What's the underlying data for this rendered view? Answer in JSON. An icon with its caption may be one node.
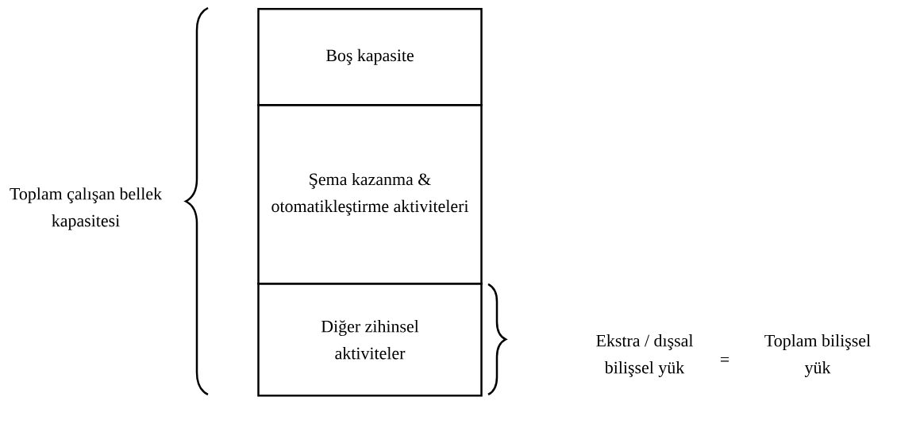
{
  "diagram": {
    "nodes": [
      {
        "text": [
          "Boş kapasite"
        ]
      },
      {
        "text": [
          "Şema kazanma & otomatikleştirme aktiviteleri"
        ]
      },
      {
        "text": [
          "Diğer zihinsel aktiviteler"
        ]
      }
    ],
    "edges": [],
    "labels": [
      "Toplam çalışan bellek kapasitesi",
      "Ekstra / dışsal bilişsel yük",
      "=",
      "Toplam bilişsel yük"
    ]
  }
}
